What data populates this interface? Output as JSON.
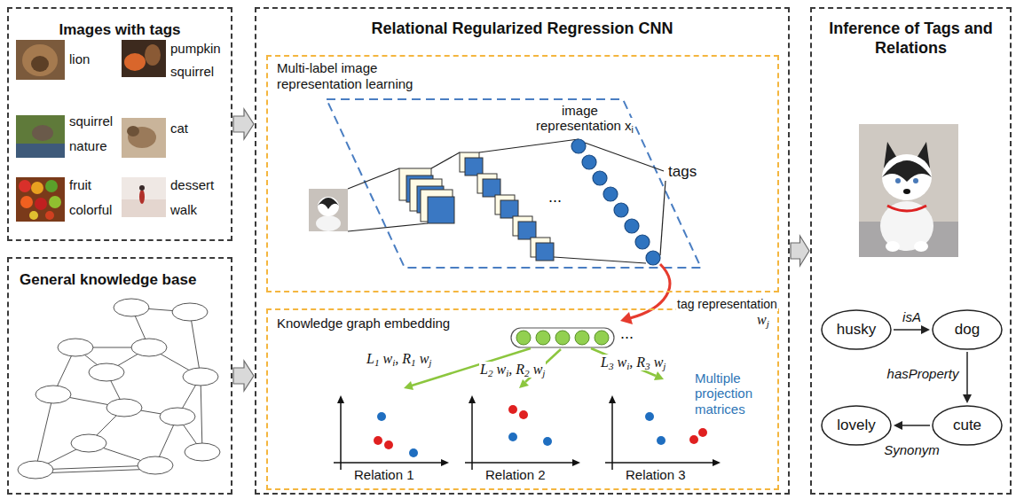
{
  "diagram": {
    "nodes": [
      {
        "text": [
          "Images with tags"
        ]
      },
      {
        "text": [
          "General knowledge base"
        ]
      },
      {
        "text": [
          "Relational Regularized Regression CNN"
        ]
      },
      {
        "text": [
          "Multi-label image representation learning"
        ],
        "in": 2
      },
      {
        "text": [
          "Knowledge graph embedding"
        ],
        "in": 2
      },
      {
        "text": [
          "Inference of Tags and Relations"
        ]
      },
      {
        "text": [
          "husky"
        ],
        "in": 5
      },
      {
        "text": [
          "dog"
        ],
        "in": 5
      },
      {
        "text": [
          "cute"
        ],
        "in": 5
      },
      {
        "text": [
          "lovely"
        ],
        "in": 5
      }
    ],
    "edges": [
      {
        "from": 0,
        "to": 2,
        "arrow": "to"
      },
      {
        "from": 1,
        "to": 2,
        "arrow": "to"
      },
      {
        "from": 2,
        "to": 5,
        "arrow": "to"
      },
      {
        "from": 6,
        "to": 7,
        "arrow": "to",
        "label": "isA"
      },
      {
        "from": 7,
        "to": 8,
        "arrow": "to",
        "label": "hasProperty"
      },
      {
        "from": 8,
        "to": 9,
        "arrow": "to",
        "label": "Synonym"
      }
    ],
    "labels": [
      "lion",
      "pumpkin",
      "squirrel",
      "squirrel",
      "nature",
      "cat",
      "fruit",
      "colorful",
      "dessert",
      "walk",
      "image",
      "representation xi",
      "tags",
      "...",
      "tag representation",
      "wj",
      "L1 wi, R1 wj",
      "L2 wi, R2 wj",
      "L3 wi, R3 wj",
      "Multiple projection matrices",
      "...",
      "Relation 1",
      "Relation 2",
      "Relation 3"
    ]
  }
}
